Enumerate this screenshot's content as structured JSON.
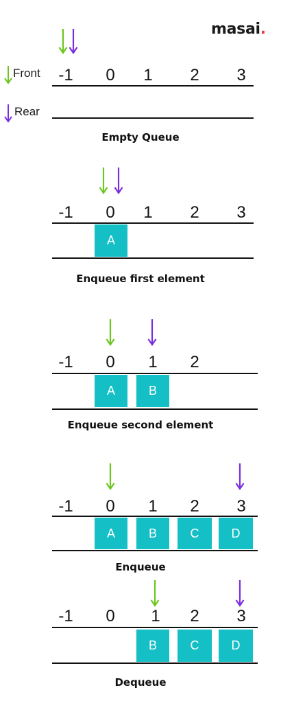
{
  "brand": {
    "name": "masai",
    "dot": "."
  },
  "legend": {
    "front_label": "Front",
    "rear_label": "Rear"
  },
  "colors": {
    "front_arrow": "#6cc520",
    "rear_arrow": "#7b2ddf",
    "cell": "#14bfc6"
  },
  "diagrams": [
    {
      "caption": "Empty Queue",
      "indices": [
        "-1",
        "0",
        "1",
        "2",
        "3"
      ],
      "cells": [],
      "front_index": "-1",
      "rear_index": "-1"
    },
    {
      "caption": "Enqueue first element",
      "indices": [
        "-1",
        "0",
        "1",
        "2",
        "3"
      ],
      "cells": [
        "A"
      ],
      "front_index": "0",
      "rear_index": "0"
    },
    {
      "caption": "Enqueue second element",
      "indices": [
        "-1",
        "0",
        "1",
        "2"
      ],
      "cells": [
        "A",
        "B"
      ],
      "front_index": "0",
      "rear_index": "1"
    },
    {
      "caption": "Enqueue",
      "indices": [
        "-1",
        "0",
        "1",
        "2",
        "3"
      ],
      "cells": [
        "A",
        "B",
        "C",
        "D"
      ],
      "front_index": "0",
      "rear_index": "3"
    },
    {
      "caption": "Dequeue",
      "indices": [
        "-1",
        "0",
        "1",
        "2",
        "3"
      ],
      "cells": [
        "B",
        "C",
        "D"
      ],
      "front_index": "1",
      "rear_index": "3"
    }
  ]
}
